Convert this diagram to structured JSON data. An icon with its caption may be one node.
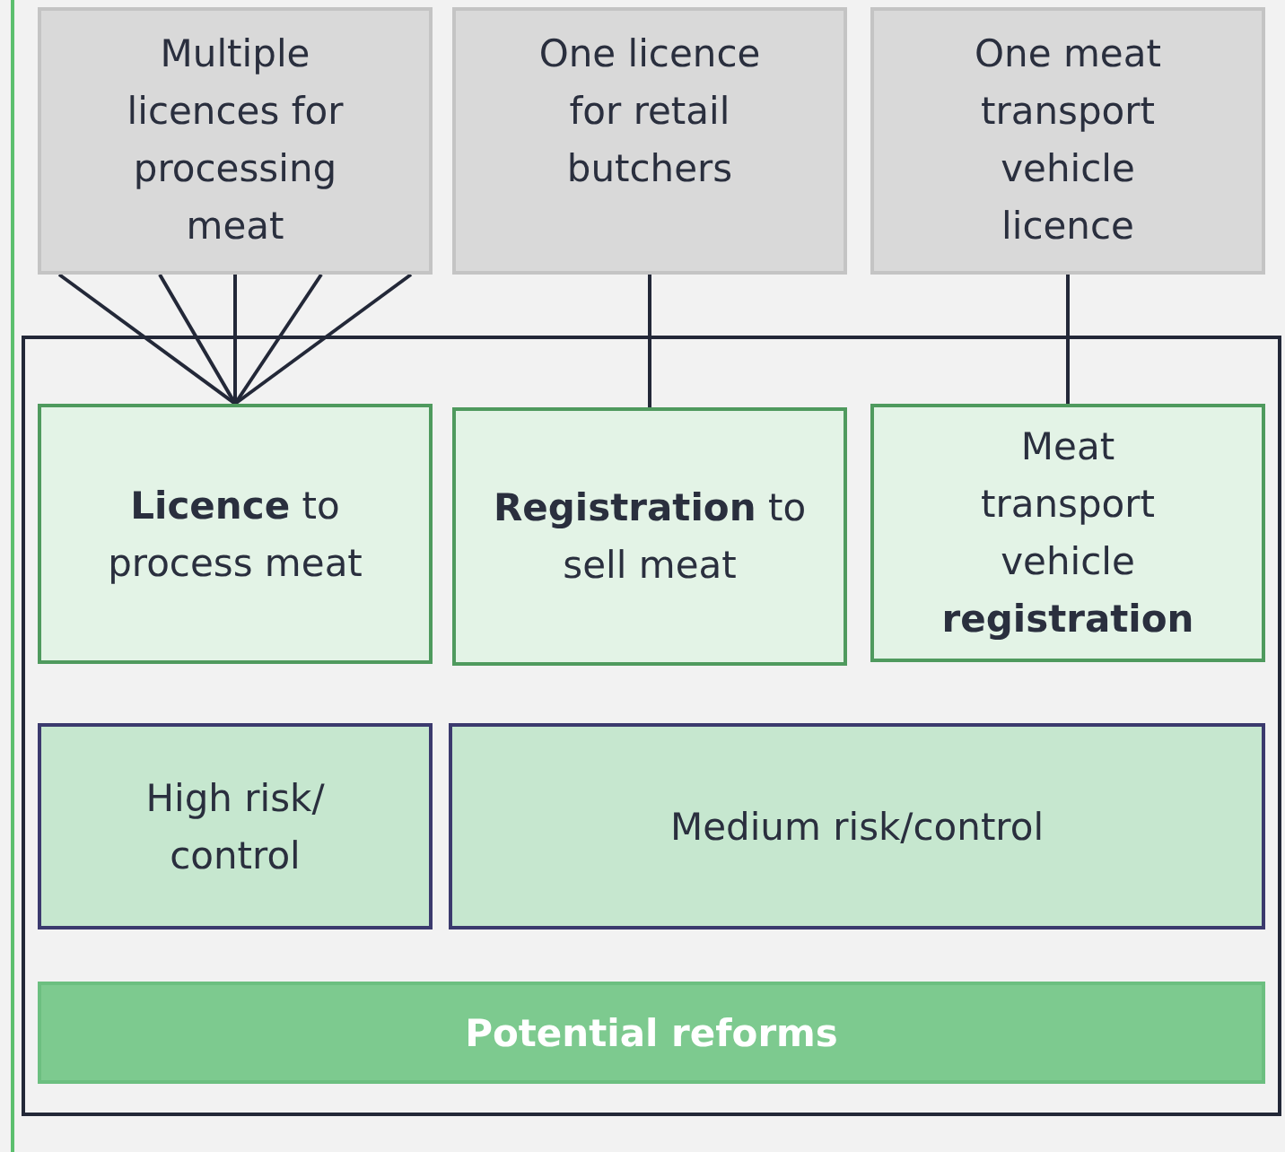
{
  "diagram": {
    "nodes": [
      {
        "text": [
          "Multiple licences for processing meat"
        ]
      },
      {
        "text": [
          "One licence for retail butchers"
        ]
      },
      {
        "text": [
          "One meat transport vehicle licence"
        ]
      },
      {
        "text": [],
        "shape": "box"
      },
      {
        "text": [
          "**Licence** to process meat"
        ],
        "in": 3
      },
      {
        "text": [
          "**Registration** to sell meat"
        ],
        "in": 3
      },
      {
        "text": [
          "Meat transport vehicle **registration**"
        ],
        "in": 3
      },
      {
        "text": [
          "High risk/ control"
        ],
        "in": 3
      },
      {
        "text": [
          "Medium risk/control"
        ],
        "in": 3
      },
      {
        "text": [
          "Potential reforms"
        ],
        "in": 3
      }
    ],
    "edges": [
      {
        "from": 0,
        "to": 4,
        "arrow": "none"
      },
      {
        "from": 0,
        "to": 4,
        "arrow": "none"
      },
      {
        "from": 0,
        "to": 4,
        "arrow": "none"
      },
      {
        "from": 0,
        "to": 4,
        "arrow": "none"
      },
      {
        "from": 0,
        "to": 4,
        "arrow": "none"
      },
      {
        "from": 1,
        "to": 5,
        "arrow": "none"
      },
      {
        "from": 2,
        "to": 6,
        "arrow": "none"
      }
    ]
  }
}
